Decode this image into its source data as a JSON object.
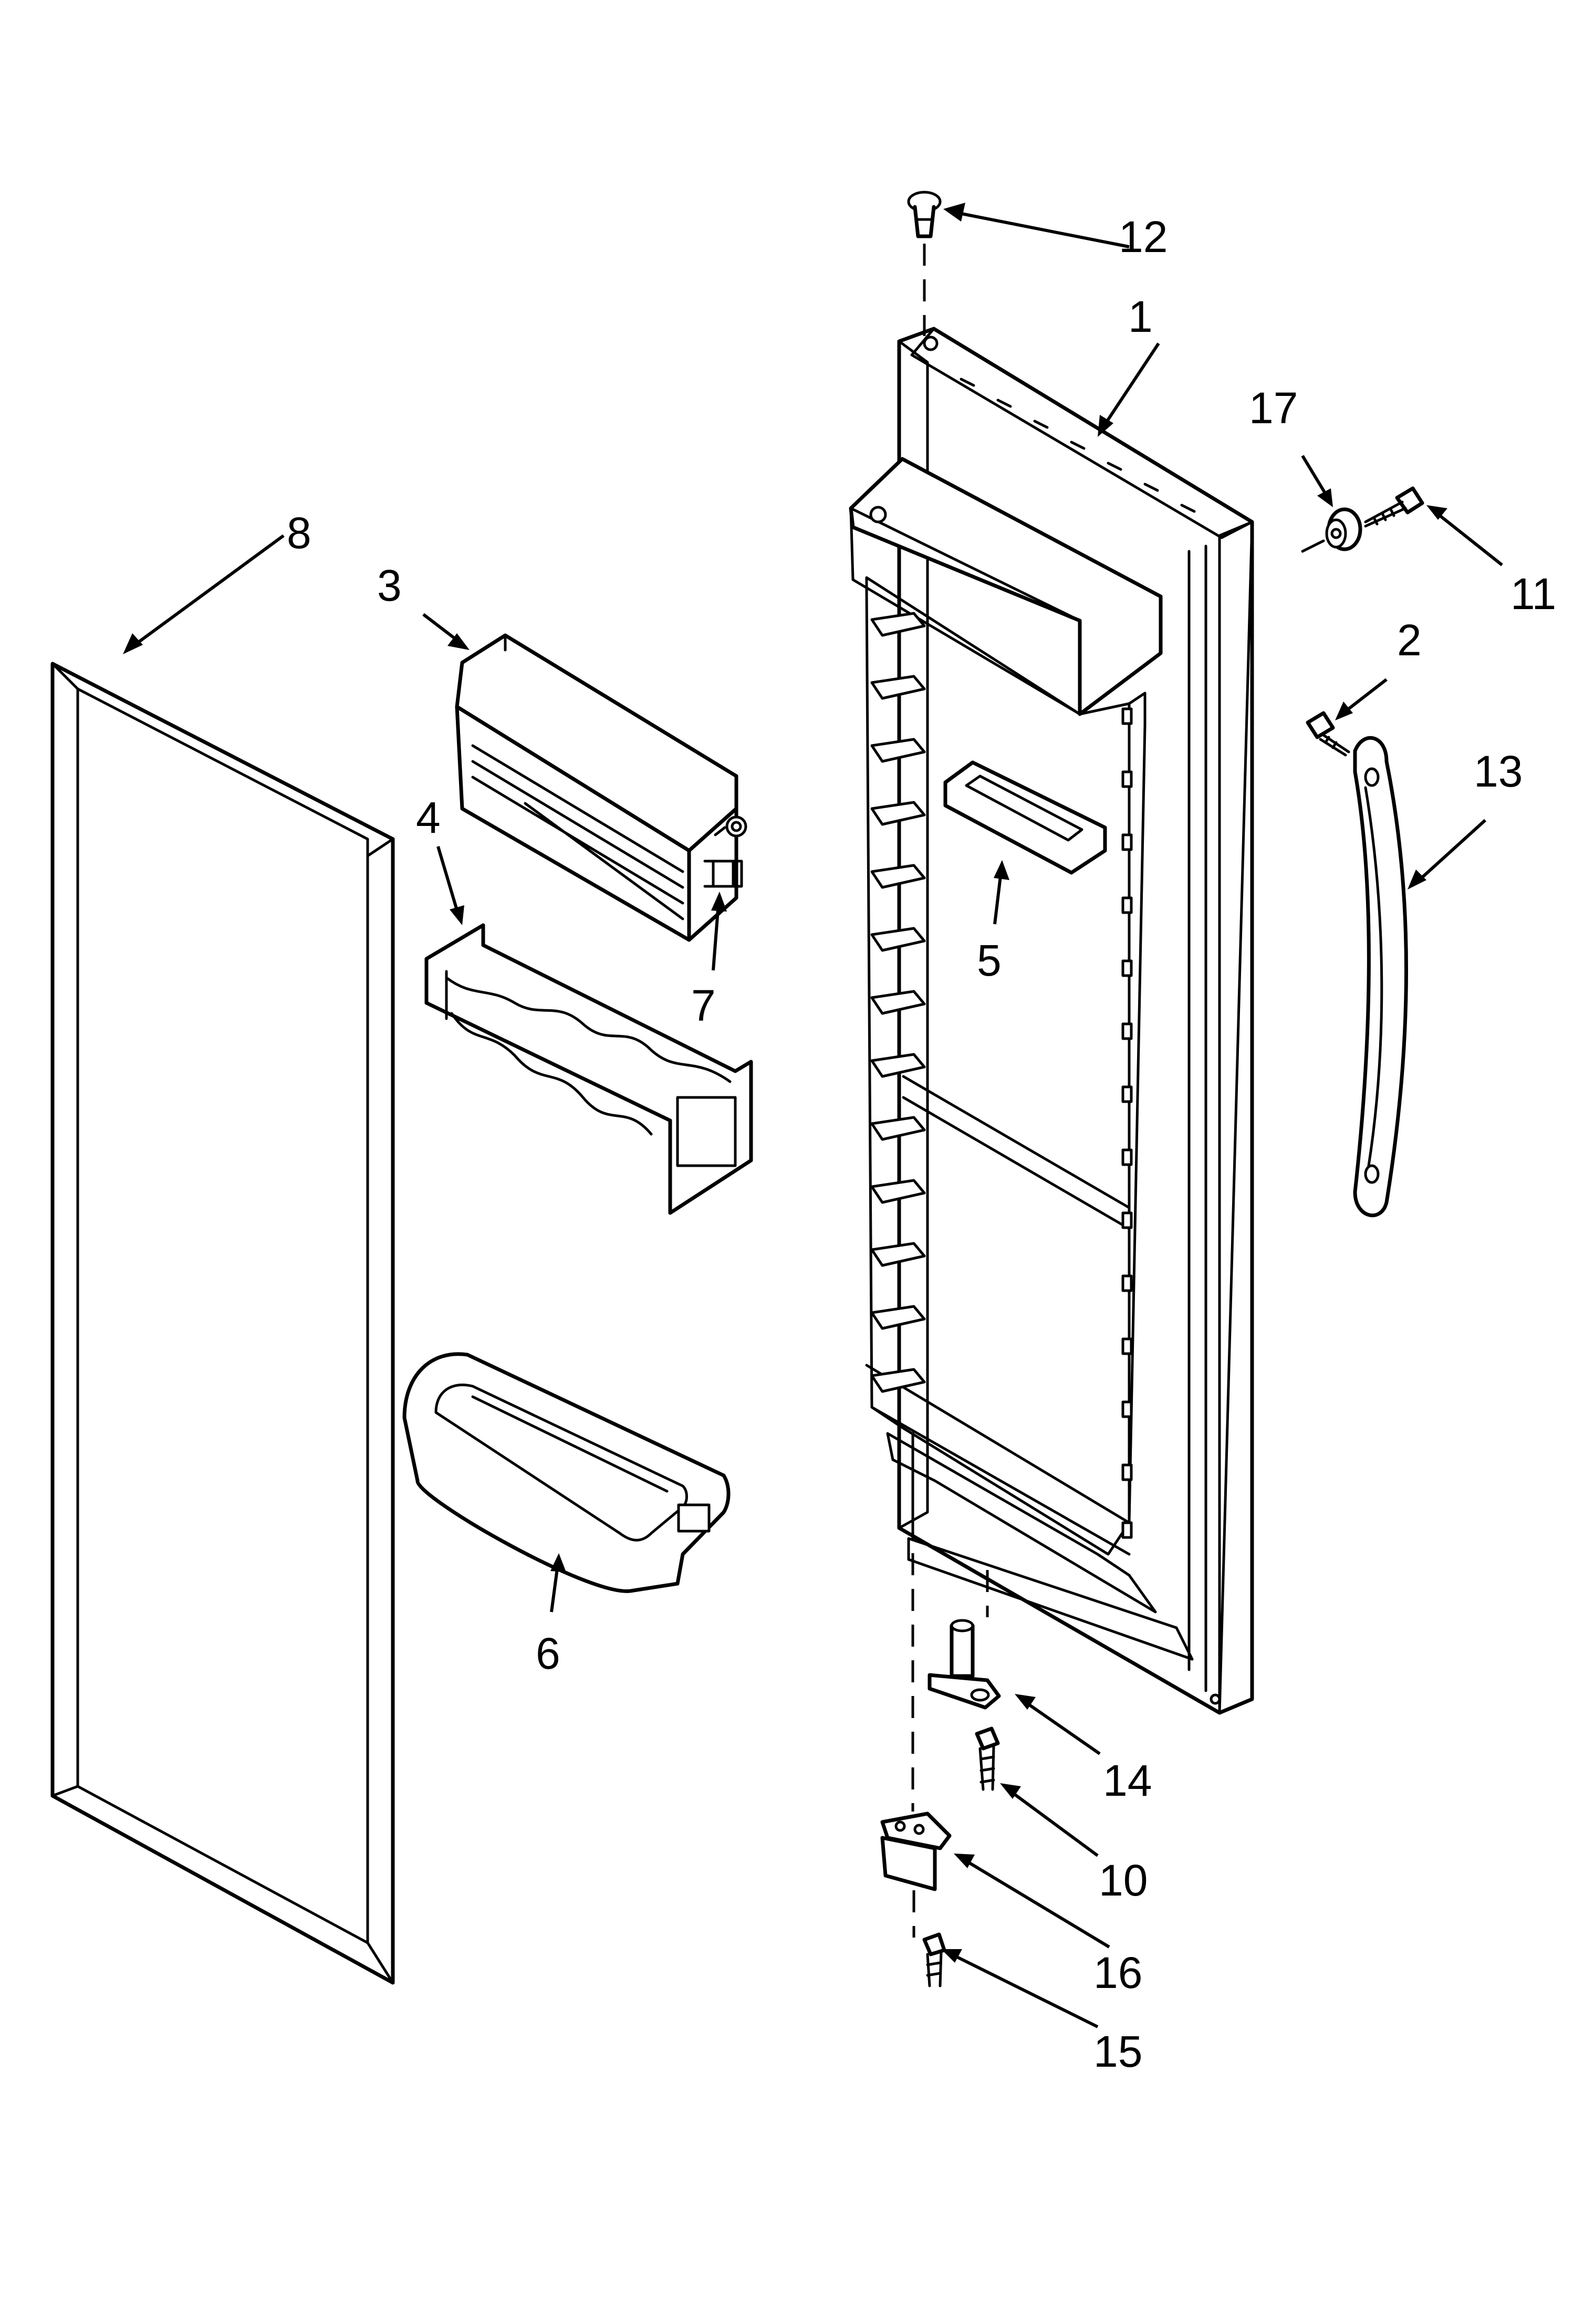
{
  "diagram": {
    "colors": {
      "line": "#000000",
      "background": "#ffffff"
    },
    "callouts": {
      "door": "1",
      "handle_screw": "2",
      "dairy_door": "3",
      "egg_tray": "4",
      "utility_bin": "5",
      "door_bin": "6",
      "dairy_hinge": "7",
      "gasket": "8",
      "hinge_screw": "10",
      "handle_mount_screw": "11",
      "top_hinge_bushing": "12",
      "handle": "13",
      "hinge_pin": "14",
      "bottom_screw": "15",
      "bottom_hinge": "16",
      "spacer": "17"
    }
  }
}
